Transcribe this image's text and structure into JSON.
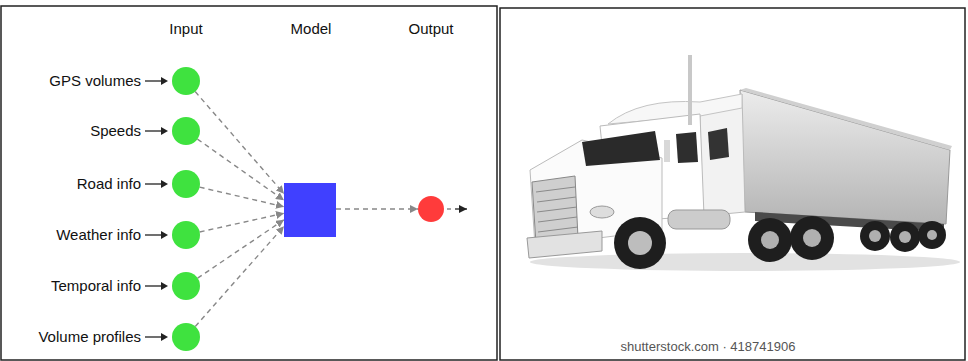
{
  "diagram": {
    "nodes": [
      {
        "text": [
          "GPS volumes"
        ]
      },
      {
        "text": [
          "Speeds"
        ]
      },
      {
        "text": [
          "Road info"
        ]
      },
      {
        "text": [
          "Weather info"
        ]
      },
      {
        "text": [
          "Temporal info"
        ]
      },
      {
        "text": [
          "Volume profiles"
        ]
      },
      {
        "text": [
          "Model"
        ]
      },
      {
        "text": [
          "Output"
        ]
      }
    ],
    "edges": [
      {
        "from": 0,
        "to": 6,
        "arrow": "to"
      },
      {
        "from": 1,
        "to": 6,
        "arrow": "to"
      },
      {
        "from": 2,
        "to": 6,
        "arrow": "to"
      },
      {
        "from": 3,
        "to": 6,
        "arrow": "to"
      },
      {
        "from": 4,
        "to": 6,
        "arrow": "to"
      },
      {
        "from": 5,
        "to": 6,
        "arrow": "to"
      },
      {
        "from": 6,
        "to": 7,
        "arrow": "to"
      }
    ],
    "labels": [
      "Input",
      "shutterstock.com · 418741906"
    ]
  }
}
